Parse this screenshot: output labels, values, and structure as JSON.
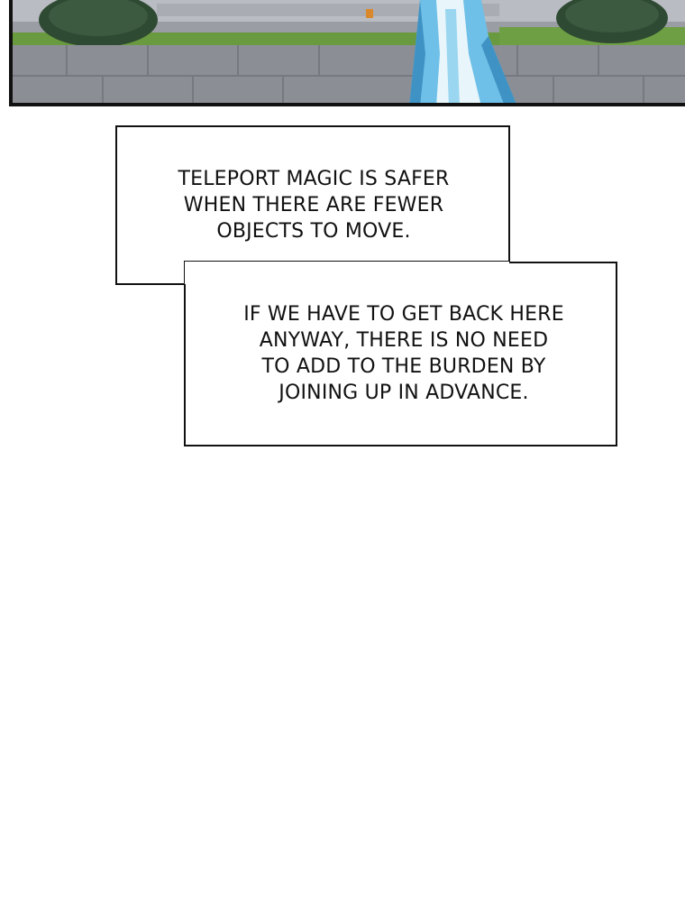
{
  "panel": {
    "scene": "castle-garden-scene"
  },
  "captions": [
    {
      "text": "TELEPORT MAGIC IS SAFER\nWHEN THERE ARE FEWER\nOBJECTS TO MOVE."
    },
    {
      "text": "IF WE HAVE TO GET BACK HERE\nANYWAY, THERE IS NO NEED\nTO ADD TO THE BURDEN BY\nJOINING UP IN ADVANCE."
    }
  ],
  "colors": {
    "border": "#111111",
    "stone": "#8f9298",
    "grass": "#5f8f3a",
    "hedge": "#2f4a33",
    "robe": "#5fb3e0"
  }
}
